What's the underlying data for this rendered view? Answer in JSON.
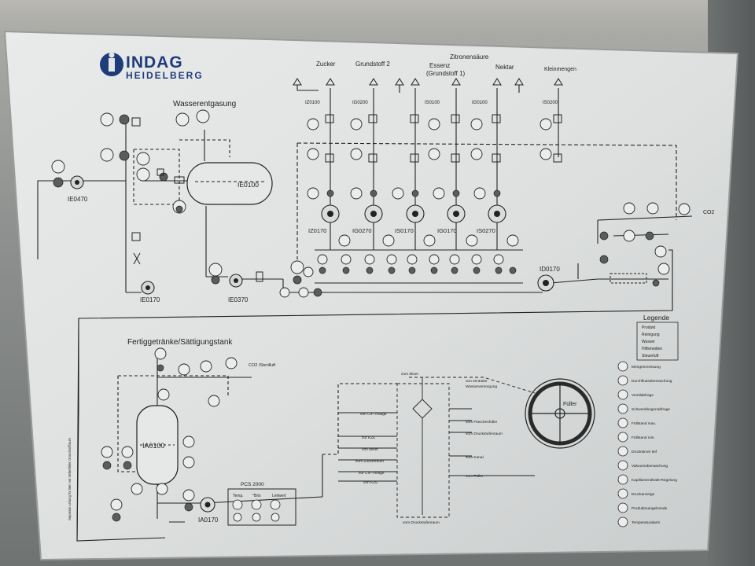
{
  "brand": {
    "line1": "INDAG",
    "line2": "HEIDELBERG"
  },
  "sections": {
    "degassing": "Wasserentgasung",
    "finished": "Fertiggetränke/Sättigungstank",
    "pcs": "PCS 2000",
    "legend_title": "Legende"
  },
  "ingredients": [
    {
      "label": "Zucker"
    },
    {
      "label": "Grundstoff 2"
    },
    {
      "label": "Zitronensäure"
    },
    {
      "label": "Essenz"
    },
    {
      "label": "(Grundstoff 1)"
    },
    {
      "label": "Nektar"
    },
    {
      "label": "Kleinmengen"
    }
  ],
  "equipment": [
    {
      "tag": "IE0100"
    },
    {
      "tag": "IE0470"
    },
    {
      "tag": "IE0170"
    },
    {
      "tag": "IE0370"
    },
    {
      "tag": "IZ0170"
    },
    {
      "tag": "IG0270"
    },
    {
      "tag": "IS0170"
    },
    {
      "tag": "IG0170"
    },
    {
      "tag": "IS0270"
    },
    {
      "tag": "ID0170"
    },
    {
      "tag": "IA0100"
    },
    {
      "tag": "IA0170"
    },
    {
      "tag": "IZ0100"
    },
    {
      "tag": "IG0200"
    },
    {
      "tag": "IS0100"
    },
    {
      "tag": "IG0100"
    },
    {
      "tag": "IS0200"
    }
  ],
  "flow_labels": {
    "co2_steril": "CO2 /Sterilluft",
    "co2": "CO2",
    "fueller": "Füller",
    "zum_mixer_top": "zum Mixer",
    "von_cip": "von CIP-Anlage",
    "zur_kzе": "zur KZE",
    "von_mixer": "von Mixer",
    "zum_zuckerraum": "zum Zuckerraum",
    "zur_cip": "zur CIP-Anlage",
    "von_kze": "von KZE",
    "von_zentraler": "von zentraler",
    "wasserversorgung": "Wasserversorgung",
    "vom_flaschenfueller": "vom Flaschenfüller",
    "vom_druckstufenraum": "vom Druckstufenraum",
    "zum_kanal": "zum Kanal",
    "vom_fueller": "vom Füller",
    "vom_druckstufenraum_bottom": "vom Druckstufenraum",
    "side_note": "Separate Leitung für Ben vat Ueberfüller Grundstoffraum"
  },
  "legend": [
    {
      "label": "Produkt",
      "color": "#222222"
    },
    {
      "label": "Reinigung",
      "color": "#222222"
    },
    {
      "label": "Wasser",
      "color": "#222222"
    },
    {
      "label": "Hilfsmedien",
      "color": "#222222"
    },
    {
      "label": "Steuerluft",
      "color": "#222222"
    }
  ],
  "symbols": [
    {
      "label": "Mengenmessung"
    },
    {
      "label": "Durchflussüberwachung"
    },
    {
      "label": "Ventilabfrage"
    },
    {
      "label": "Schwenkbogenabfrage"
    },
    {
      "label": "Füllstand max."
    },
    {
      "label": "Füllstand min."
    },
    {
      "label": "Druckstrom tief"
    },
    {
      "label": "Vakuumüberwachung"
    },
    {
      "label": "Kapillarsendtrakt-Regelung"
    },
    {
      "label": "Druckanzeige"
    },
    {
      "label": "Produktmangelsonde"
    },
    {
      "label": "Temperaturalarm"
    }
  ],
  "pcs_fields": [
    "Temp.",
    "°Brix",
    "Leitwert"
  ]
}
